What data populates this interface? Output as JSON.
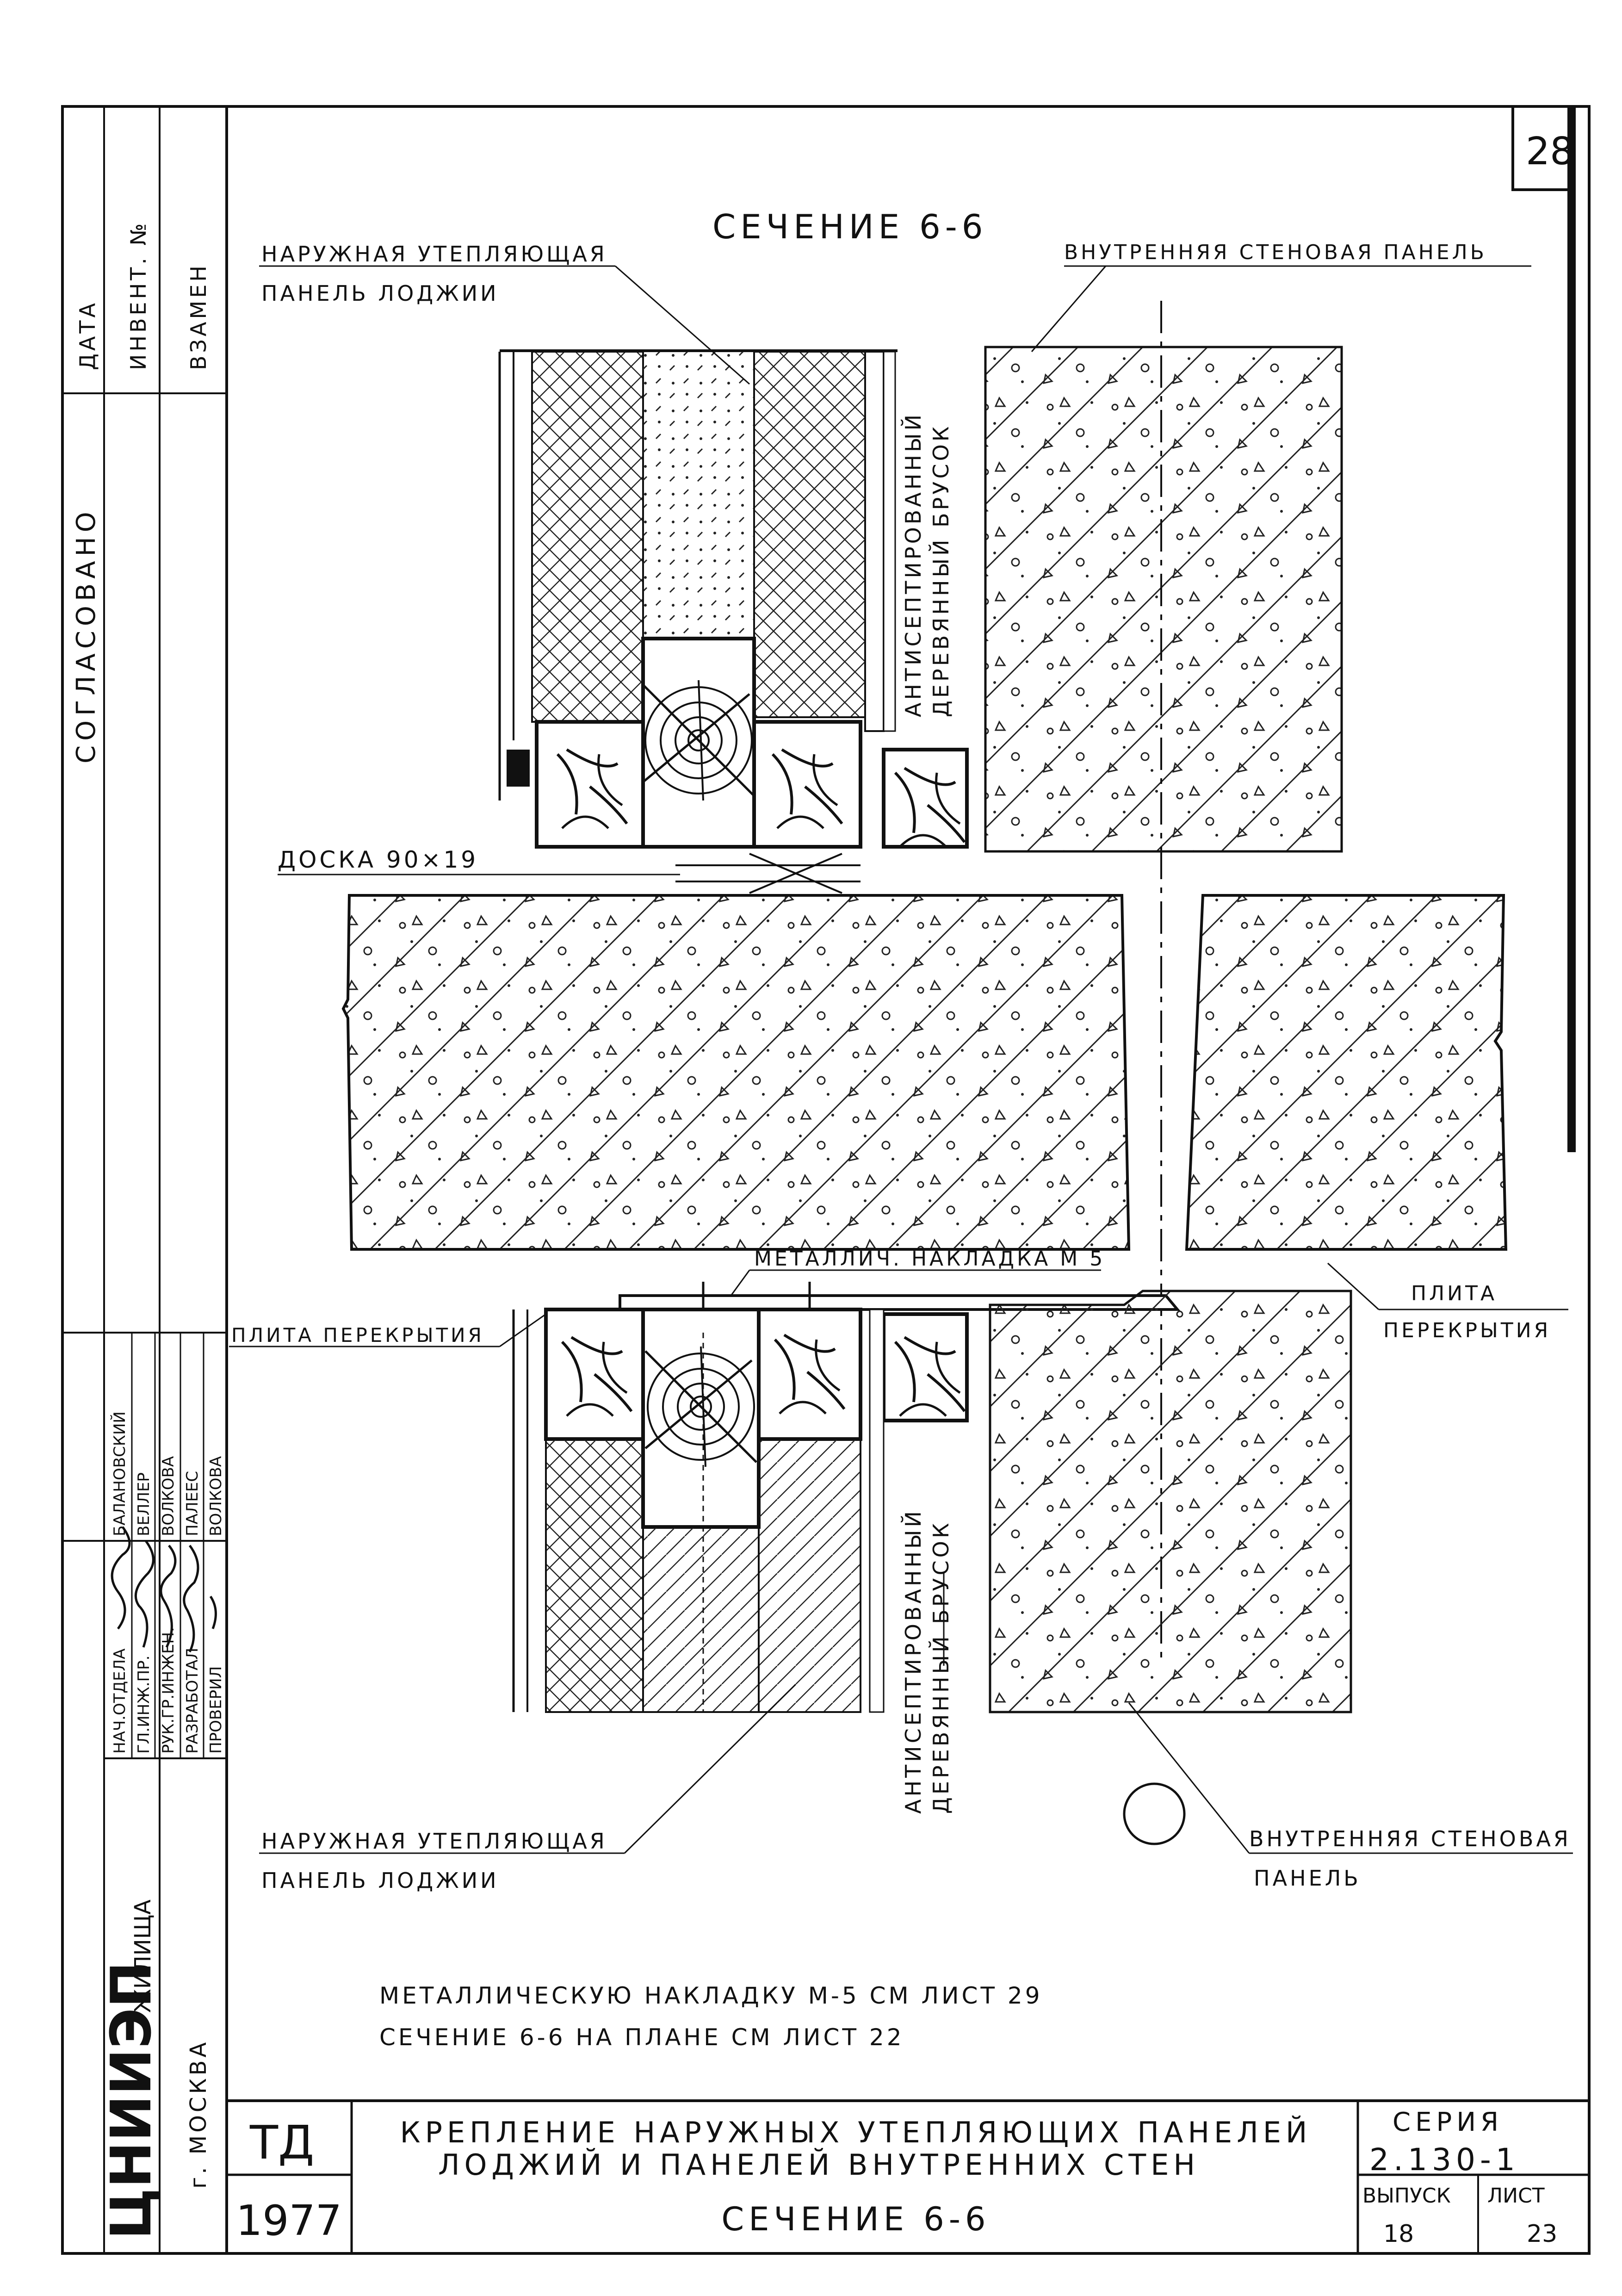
{
  "sheet": {
    "page_number": "28",
    "section_title": "СЕЧЕНИЕ 6-6",
    "labels": {
      "outer_panel_top_l1": "НАРУЖНАЯ УТЕПЛЯЮЩАЯ",
      "outer_panel_top_l2": "ПАНЕЛЬ ЛОДЖИИ",
      "inner_panel_top": "ВНУТРЕННЯЯ СТЕНОВАЯ ПАНЕЛЬ",
      "bar_top_l1": "АНТИСЕПТИРОВАННЫЙ",
      "bar_top_l2": "ДЕРЕВЯННЫЙ БРУСОК",
      "board": "ДОСКА 90×19",
      "metal_plate": "МЕТАЛЛИЧ. НАКЛАДКА М 5",
      "slab_left": "ПЛИТА ПЕРЕКРЫТИЯ",
      "slab_right_l1": "ПЛИТА",
      "slab_right_l2": "ПЕРЕКРЫТИЯ",
      "bar_bottom_l1": "АНТИСЕПТИРОВАННЫЙ",
      "bar_bottom_l2": "ДЕРЕВЯННЫЙ БРУСОК",
      "outer_panel_bottom_l1": "НАРУЖНАЯ УТЕПЛЯЮЩАЯ",
      "outer_panel_bottom_l2": "ПАНЕЛЬ ЛОДЖИИ",
      "inner_panel_bottom_l1": "ВНУТРЕННЯЯ СТЕНОВАЯ",
      "inner_panel_bottom_l2": "ПАНЕЛЬ"
    },
    "notes": [
      "МЕТАЛЛИЧЕСКУЮ НАКЛАДКУ М-5 СМ ЛИСТ 29",
      "СЕЧЕНИЕ 6-6 НА ПЛАНЕ СМ ЛИСТ 22"
    ]
  },
  "left_margin": {
    "approval_cols": [
      "ДАТА",
      "ИНВЕНТ. №",
      "ВЗАМЕН"
    ],
    "approval_title": "СОГЛАСОВАНО",
    "roles": [
      "НАЧ.ОТДЕЛА",
      "ГЛ.ИНЖ.ПР.",
      "РУК.ГР.ИНЖЕН.",
      "РАЗРАБОТАЛ",
      "ПРОВЕРИЛ"
    ],
    "names": [
      "БАЛАНОВСКИЙ",
      "ВЕЛЛЕР",
      "ВОЛКОВА",
      "ПАЛЕЕС",
      "ВОЛКОВА"
    ],
    "org_main": "ЦНИИЭП",
    "org_sub": "ЖИЛИЩА",
    "city": "г. МОСКВА"
  },
  "title_block": {
    "code": "ТД",
    "year": "1977",
    "title_l1": "КРЕПЛЕНИЕ НАРУЖНЫХ УТЕПЛЯЮЩИХ ПАНЕЛЕЙ",
    "title_l2": "ЛОДЖИЙ И ПАНЕЛЕЙ ВНУТРЕННИХ СТЕН",
    "title_l3": "СЕЧЕНИЕ 6-6",
    "series_label": "СЕРИЯ",
    "series_value": "2.130-1",
    "issue_label": "ВЫПУСК",
    "issue_value": "18",
    "sheet_label": "ЛИСТ",
    "sheet_value": "23"
  }
}
